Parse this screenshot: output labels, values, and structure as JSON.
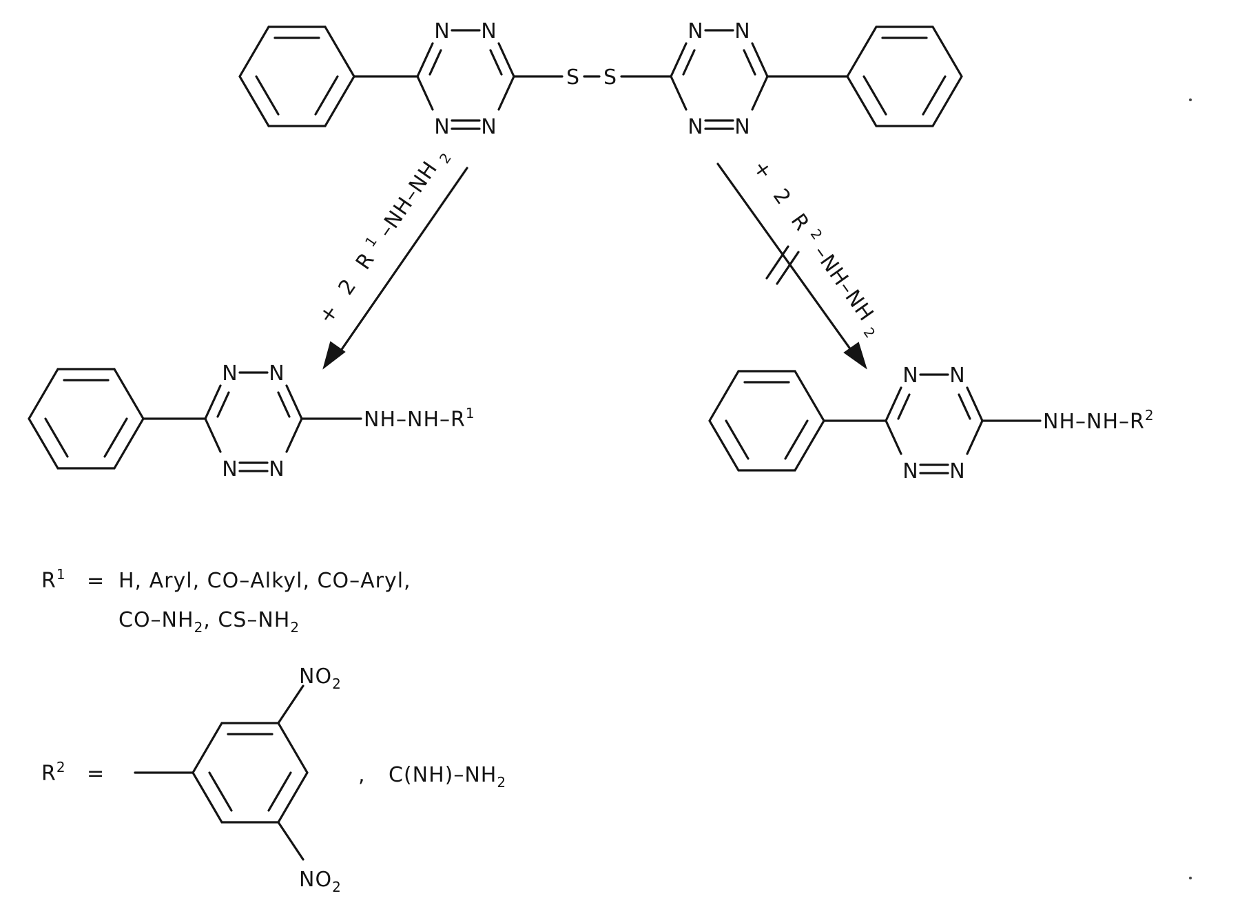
{
  "atoms": {
    "n": "N",
    "s": "S"
  },
  "reaction": {
    "left_reagent": {
      "plus": "+",
      "count": "2",
      "r": "R",
      "r_sup": "1",
      "chain": "–NH–NH",
      "sub": "2"
    },
    "right_reagent": {
      "plus": "+",
      "count": "2",
      "r": "R",
      "r_sup": "2",
      "chain": "–NH–NH",
      "sub": "2"
    }
  },
  "products": {
    "left": {
      "chain": "NH–NH–R",
      "sup": "1"
    },
    "right": {
      "chain": "NH–NH–R",
      "sup": "2"
    }
  },
  "definitions": {
    "r1": {
      "r": "R",
      "sup": "1",
      "eq": "=",
      "line1": "H,  Aryl,  CO–Alkyl,  CO–Aryl,",
      "line2_a": "CO–NH",
      "line2_sub": "2",
      "line2_b": ",  CS–NH",
      "line2_sub2": "2"
    },
    "r2": {
      "r": "R",
      "sup": "2",
      "eq": "=",
      "no2_top": "NO",
      "no2_top_sub": "2",
      "no2_bottom": "NO",
      "no2_bottom_sub": "2",
      "comma": ",",
      "amidine": "C(NH)–NH",
      "amidine_sub": "2"
    }
  }
}
